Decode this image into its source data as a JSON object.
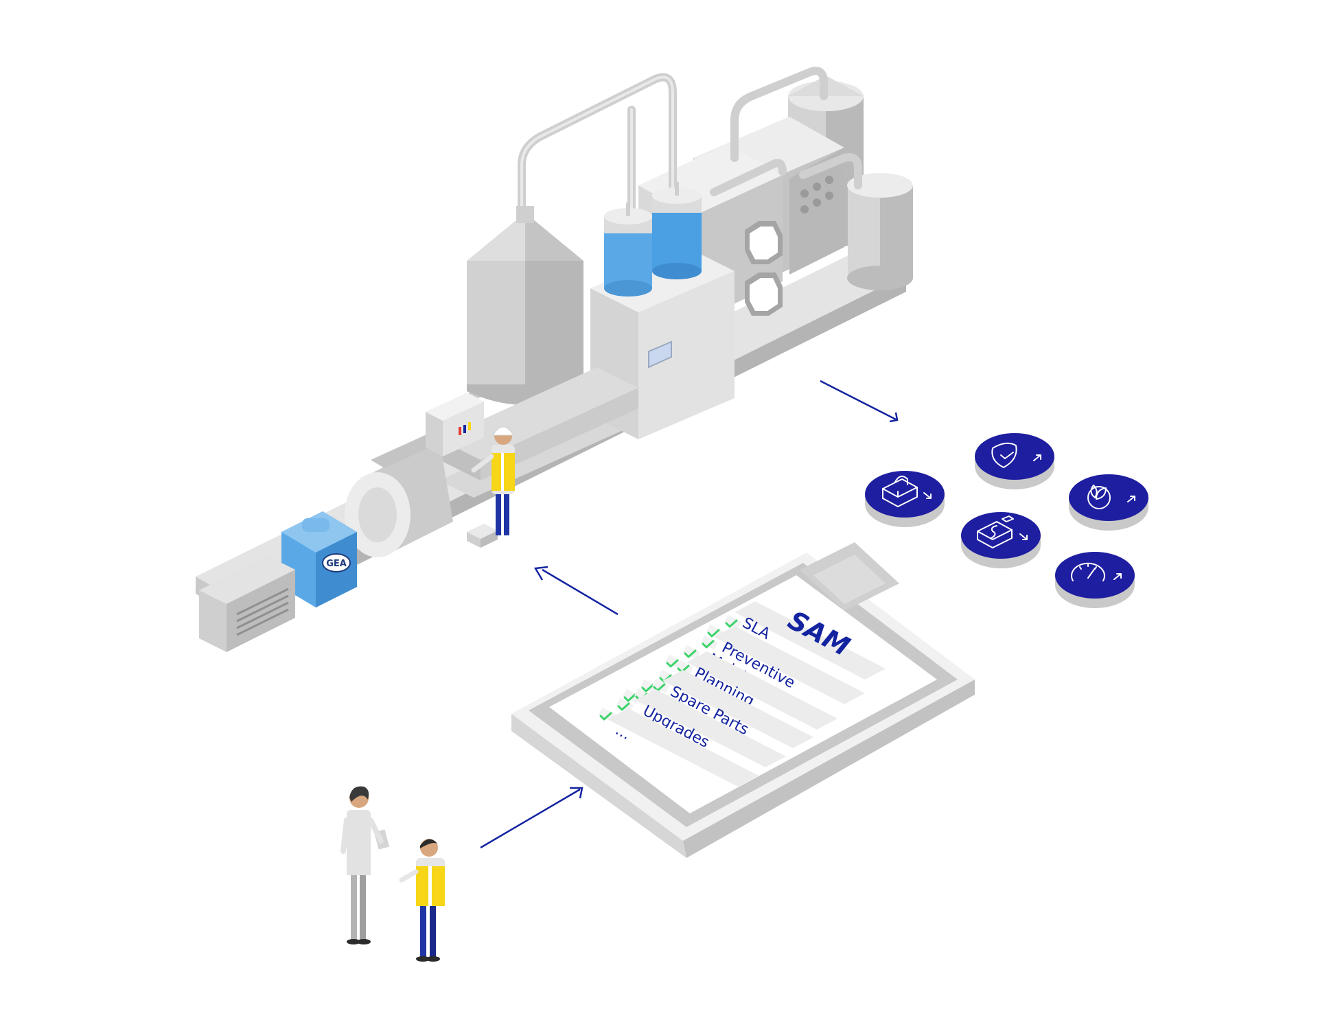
{
  "colors": {
    "accent_blue": "#1424a0",
    "machine_light": "#e6e6e6",
    "machine_mid": "#c8c8c8",
    "machine_dark": "#a8a8a8",
    "water_blue": "#5aa9e6",
    "pump_blue": "#5aa9e6",
    "vest_yellow": "#f6d617",
    "check_green": "#3dd36b"
  },
  "logo": {
    "text": "GEA"
  },
  "clipboard": {
    "title": "SAM",
    "items": [
      {
        "label": "SLA",
        "checks": 2
      },
      {
        "label": "Preventive Maintenance",
        "checks": 3
      },
      {
        "label": "Planning",
        "checks": 4
      },
      {
        "label": "Spare Parts",
        "checks": 4
      },
      {
        "label": "Upgrades",
        "checks": 0
      },
      {
        "label": "...",
        "checks": 0
      }
    ]
  },
  "benefits": [
    {
      "icon": "lock-down-icon",
      "trend": "down"
    },
    {
      "icon": "shield-check-up-icon",
      "trend": "up"
    },
    {
      "icon": "leaf-up-icon",
      "trend": "up"
    },
    {
      "icon": "money-down-icon",
      "trend": "down"
    },
    {
      "icon": "speedometer-up-icon",
      "trend": "up"
    }
  ]
}
